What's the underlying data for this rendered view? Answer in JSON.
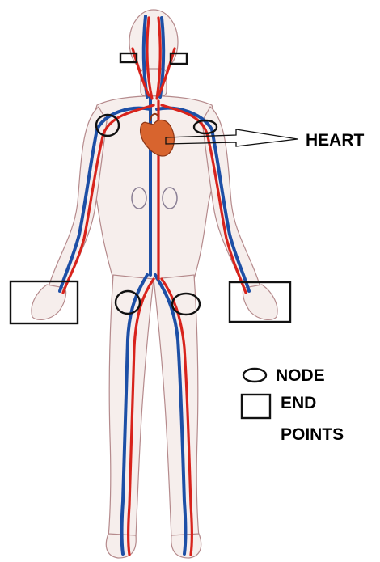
{
  "labels": {
    "heart": "HEART",
    "node": "NODE",
    "end_points_line1": "END",
    "end_points_line2": "POINTS"
  },
  "colors": {
    "skin": "#f6eeec",
    "outline": "#b58a8c",
    "artery": "#d8231c",
    "vein": "#1d4fa6",
    "heart": "#d8642e",
    "marker": "#111111"
  },
  "icons": {
    "node": "ellipse-outline-icon",
    "end_point": "rectangle-outline-icon"
  }
}
